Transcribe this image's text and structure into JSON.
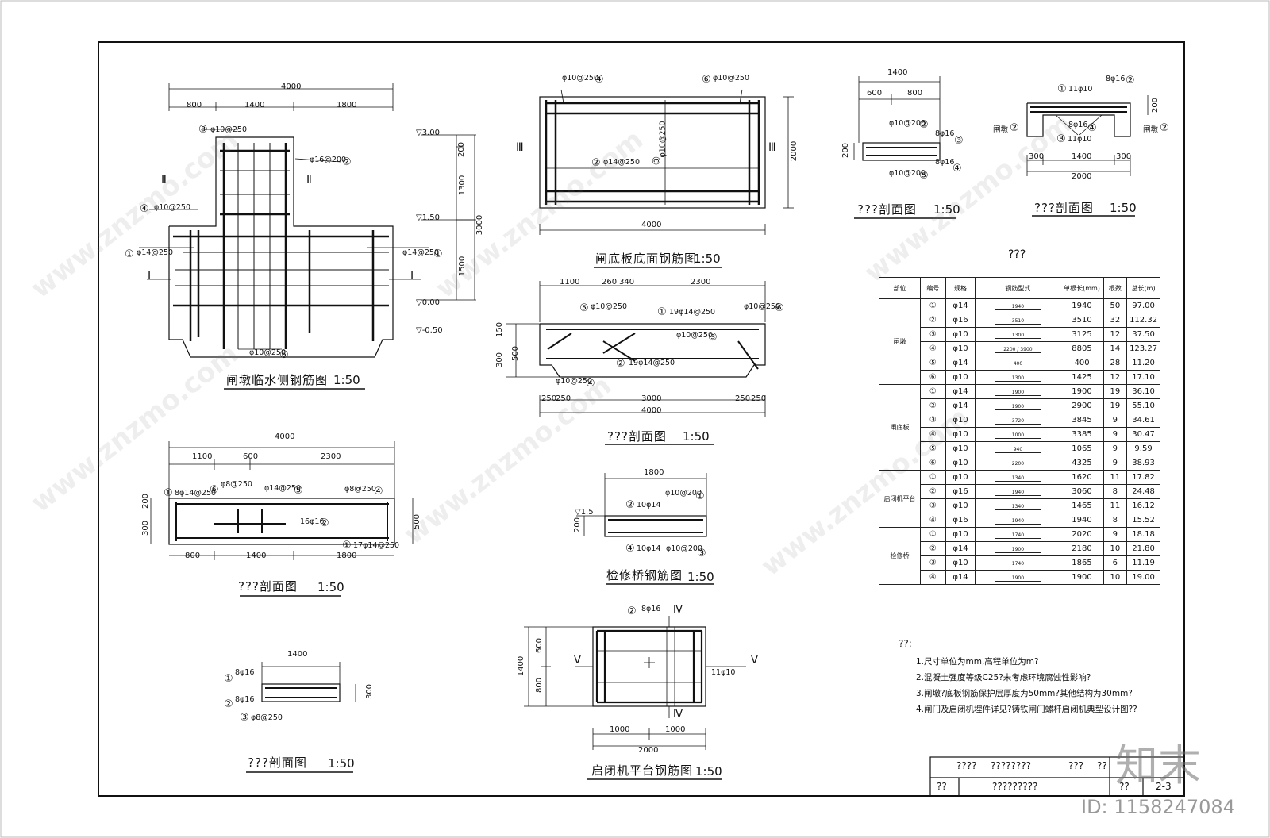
{
  "views": {
    "pier": {
      "title": "闸墩临水侧钢筋图",
      "scale": "1:50",
      "dims_top": [
        "4000",
        "800",
        "1400",
        "1800"
      ],
      "labels": [
        "③",
        "φ10@250",
        "φ16@200",
        "②",
        "Ⅱ",
        "Ⅱ",
        "④",
        "φ10@250",
        "①",
        "φ14@250",
        "φ14@250",
        "①",
        "Ⅰ",
        "Ⅰ",
        "φ10@250",
        "⑥"
      ],
      "levels": [
        "▽3.00",
        "▽1.50",
        "▽0.00",
        "▽-0.50"
      ],
      "dims_right": [
        "200",
        "1300",
        "3000",
        "1500"
      ]
    },
    "floor_plan": {
      "title": "闸底板底面钢筋图",
      "scale": "1:50",
      "labels": [
        "φ10@250",
        "④",
        "⑥",
        "φ10@250",
        "Ⅲ",
        "Ⅲ",
        "②",
        "φ14@250",
        "③",
        "φ10@250"
      ],
      "dims": [
        "4000",
        "2000"
      ]
    },
    "floor_section": {
      "title": "???剖面图",
      "scale": "1:50",
      "dims_top": [
        "1100",
        "260",
        "340",
        "2300"
      ],
      "labels": [
        "⑤",
        "φ10@250",
        "①",
        "19φ14@250",
        "φ10@250",
        "⑥",
        "φ10@250",
        "③",
        "②",
        "19φ14@250",
        "φ10@250",
        "④"
      ],
      "dims_left": [
        "150",
        "300",
        "500"
      ],
      "dims_bottom": [
        "250",
        "250",
        "3000",
        "250",
        "250",
        "4000"
      ]
    },
    "s1": {
      "title": "???剖面图",
      "scale": "1:50",
      "dims_top": [
        "1400",
        "600",
        "800"
      ],
      "labels": [
        "φ10@200",
        "②",
        "8φ16",
        "③",
        "8φ16",
        "④",
        "φ10@200",
        "⑤"
      ],
      "dims_left": [
        "200"
      ]
    },
    "s2": {
      "title": "???剖面图",
      "scale": "1:50",
      "labels": [
        "①",
        "11φ10",
        "8φ16",
        "②",
        "闸墩",
        "②",
        "8φ16",
        "④",
        "③",
        "11φ10",
        "闸墩",
        "②"
      ],
      "dims_bottom": [
        "300",
        "1400",
        "300",
        "2000"
      ],
      "dims_right": [
        "200"
      ]
    },
    "pier_section": {
      "title": "???剖面图",
      "scale": "1:50",
      "dims_top": [
        "4000",
        "1100",
        "600",
        "2300"
      ],
      "labels": [
        "①",
        "8φ14@250",
        "⑥",
        "φ8@250",
        "φ14@250",
        "⑤",
        "φ8@250",
        "④",
        "16φ16",
        "②",
        "①",
        "17φ14@250"
      ],
      "dims_left": [
        "200",
        "300"
      ],
      "dims_right": [
        "500"
      ],
      "dims_bottom": [
        "800",
        "1400",
        "1800"
      ]
    },
    "bridge": {
      "title": "检修桥钢筋图",
      "scale": "1:50",
      "dims_top": [
        "1800"
      ],
      "labels": [
        "φ10@200",
        "①",
        "②",
        "10φ14",
        "④",
        "10φ14",
        "φ10@200",
        "③"
      ],
      "levels": [
        "▽1.5"
      ],
      "dims_left": [
        "200"
      ]
    },
    "small": {
      "title": "???剖面图",
      "scale": "1:50",
      "dims_top": [
        "1400"
      ],
      "labels": [
        "①",
        "8φ16",
        "②",
        "8φ16",
        "③",
        "φ8@250"
      ],
      "dims_right": [
        "300"
      ]
    },
    "hoist": {
      "title": "启闭机平台钢筋图",
      "scale": "1:50",
      "labels": [
        "②",
        "8φ16",
        "Ⅳ",
        "Ⅳ",
        "Ⅴ",
        "Ⅴ",
        "11φ10"
      ],
      "dims_left": [
        "1400",
        "600",
        "800"
      ],
      "dims_bottom": [
        "1000",
        "1000",
        "2000"
      ]
    }
  },
  "table": {
    "title": "???",
    "headers": [
      "部位",
      "编号",
      "规格",
      "钢筋型式",
      "单根长(mm)",
      "根数",
      "总长(m)"
    ],
    "groups": [
      {
        "part": "闸墩",
        "rows": [
          [
            "①",
            "φ14",
            "1940",
            "1940",
            "50",
            "97.00"
          ],
          [
            "②",
            "φ16",
            "3510",
            "3510",
            "32",
            "112.32"
          ],
          [
            "③",
            "φ10",
            "1300",
            "3125",
            "12",
            "37.50"
          ],
          [
            "④",
            "φ10",
            "2200 / 3900",
            "8805",
            "14",
            "123.27"
          ],
          [
            "⑤",
            "φ14",
            "400",
            "400",
            "28",
            "11.20"
          ],
          [
            "⑥",
            "φ10",
            "1300",
            "1425",
            "12",
            "17.10"
          ]
        ]
      },
      {
        "part": "闸底板",
        "rows": [
          [
            "①",
            "φ14",
            "1900",
            "1900",
            "19",
            "36.10"
          ],
          [
            "②",
            "φ14",
            "1900",
            "2900",
            "19",
            "55.10"
          ],
          [
            "③",
            "φ10",
            "3720",
            "3845",
            "9",
            "34.61"
          ],
          [
            "④",
            "φ10",
            "1000",
            "3385",
            "9",
            "30.47"
          ],
          [
            "⑤",
            "φ10",
            "940",
            "1065",
            "9",
            "9.59"
          ],
          [
            "⑥",
            "φ10",
            "2200",
            "4325",
            "9",
            "38.93"
          ]
        ]
      },
      {
        "part": "启闭机平台",
        "rows": [
          [
            "①",
            "φ10",
            "1340",
            "1620",
            "11",
            "17.82"
          ],
          [
            "②",
            "φ16",
            "1940",
            "3060",
            "8",
            "24.48"
          ],
          [
            "③",
            "φ10",
            "1340",
            "1465",
            "11",
            "16.12"
          ],
          [
            "④",
            "φ16",
            "1940",
            "1940",
            "8",
            "15.52"
          ]
        ]
      },
      {
        "part": "检修桥",
        "rows": [
          [
            "①",
            "φ10",
            "1740",
            "2020",
            "9",
            "18.18"
          ],
          [
            "②",
            "φ14",
            "1900",
            "2180",
            "10",
            "21.80"
          ],
          [
            "③",
            "φ10",
            "1740",
            "1865",
            "6",
            "11.19"
          ],
          [
            "④",
            "φ14",
            "1900",
            "1900",
            "10",
            "19.00"
          ]
        ]
      }
    ]
  },
  "notes": {
    "heading": "??:",
    "items": [
      "1.尺寸单位为mm,高程单位为m?",
      "2.混凝土强度等级C25?未考虑环境腐蚀性影响?",
      "3.闸墩?底板钢筋保护层厚度为50mm?其他结构为30mm?",
      "4.闸门及启闭机埋件详见?铸铁闸门螺杆启闭机典型设计图??"
    ]
  },
  "title_block": {
    "r1a": "????",
    "r1b": "????????",
    "r1c": "???",
    "r1d": "??",
    "r2a": "??",
    "r2b": "?????????",
    "r2c": "??",
    "r2d": "2-3"
  },
  "watermark": {
    "brand": "知末",
    "site": "www.znzmo.com",
    "id": "ID: 1158247084"
  }
}
